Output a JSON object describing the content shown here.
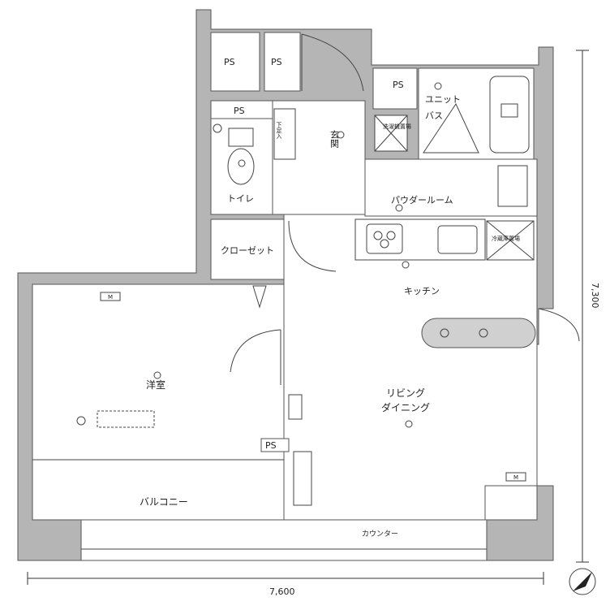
{
  "rooms": {
    "ps_top_left": "PS",
    "ps_top_right": "PS",
    "ps_unit": "PS",
    "ps_toilet": "PS",
    "ps_bottom": "PS",
    "unit_bath": "ユニット\nバス",
    "entrance": "玄関",
    "shoe_storage": "下足入",
    "washer_space": "洗濯機置場",
    "toilet": "トイレ",
    "powder_room": "パウダールーム",
    "closet": "クローゼット",
    "fridge_space": "冷蔵庫置場",
    "kitchen": "キッチン",
    "western_room": "洋室",
    "living_dining": "リビング\nダイニング",
    "balcony": "バルコニー",
    "counter": "カウンター"
  },
  "dimensions": {
    "width": "7,600",
    "depth": "7,300"
  },
  "marks": {
    "meter_box_1": "M",
    "meter_box_2": "M"
  },
  "icons": [
    "compass-north-icon",
    "ceiling-light-icon",
    "outlet-icon",
    "phone-jack-icon",
    "tv-jack-icon"
  ]
}
